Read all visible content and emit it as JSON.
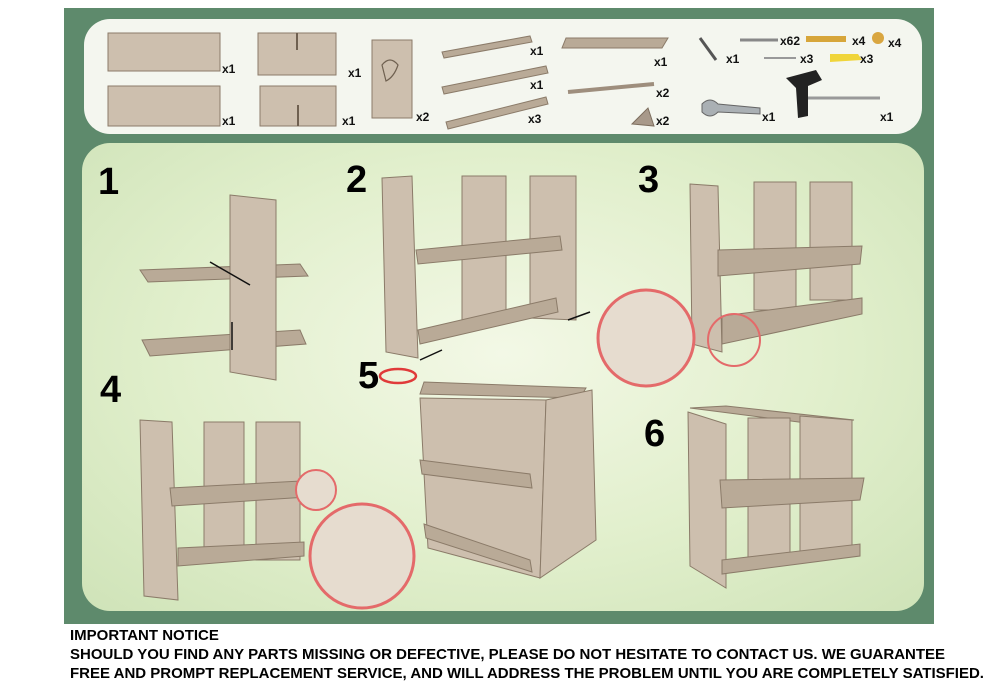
{
  "parts": {
    "quantities": [
      "x1",
      "x1",
      "x1",
      "x1",
      "x2",
      "x1",
      "x1",
      "x3",
      "x1",
      "x2",
      "x2",
      "x1",
      "x62",
      "x4",
      "x4",
      "x3",
      "x3",
      "x1",
      "x1"
    ]
  },
  "steps": [
    "1",
    "2",
    "3",
    "4",
    "5",
    "6"
  ],
  "notice": {
    "title": "IMPORTANT NOTICE",
    "line1": "SHOULD YOU FIND ANY PARTS MISSING OR DEFECTIVE, PLEASE DO NOT HESITATE TO CONTACT US. WE GUARANTEE",
    "line2": "FREE AND PROMPT REPLACEMENT SERVICE, AND WILL ADDRESS THE PROBLEM UNTIL YOU ARE COMPLETELY SATISFIED."
  },
  "colors": {
    "background": "#5e8a6c",
    "panel": "#f4f6ef",
    "wood": "#cdbfae",
    "highlight": "#e46a6a"
  }
}
